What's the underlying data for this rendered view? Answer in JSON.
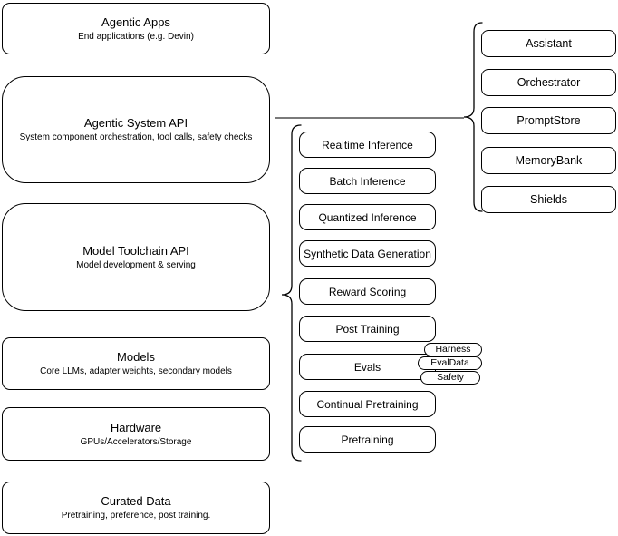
{
  "layers": [
    {
      "title": "Agentic Apps",
      "subtitle": "End applications (e.g. Devin)"
    },
    {
      "title": "Agentic System API",
      "subtitle": "System component orchestration, tool calls, safety checks"
    },
    {
      "title": "Model Toolchain API",
      "subtitle": "Model development & serving"
    },
    {
      "title": "Models",
      "subtitle": "Core LLMs, adapter weights, secondary models"
    },
    {
      "title": "Hardware",
      "subtitle": "GPUs/Accelerators/Storage"
    },
    {
      "title": "Curated Data",
      "subtitle": "Pretraining, preference, post training."
    }
  ],
  "toolchain": [
    "Realtime Inference",
    "Batch Inference",
    "Quantized Inference",
    "Synthetic Data Generation",
    "Reward Scoring",
    "Post Training",
    "Evals",
    "Continual Pretraining",
    "Pretraining"
  ],
  "evals_badges": [
    "Harness",
    "EvalData",
    "Safety"
  ],
  "system_components": [
    "Assistant",
    "Orchestrator",
    "PromptStore",
    "MemoryBank",
    "Shields"
  ],
  "colors": {
    "stroke": "#000000",
    "fill": "#ffffff",
    "connector": "#7a7a7a"
  }
}
